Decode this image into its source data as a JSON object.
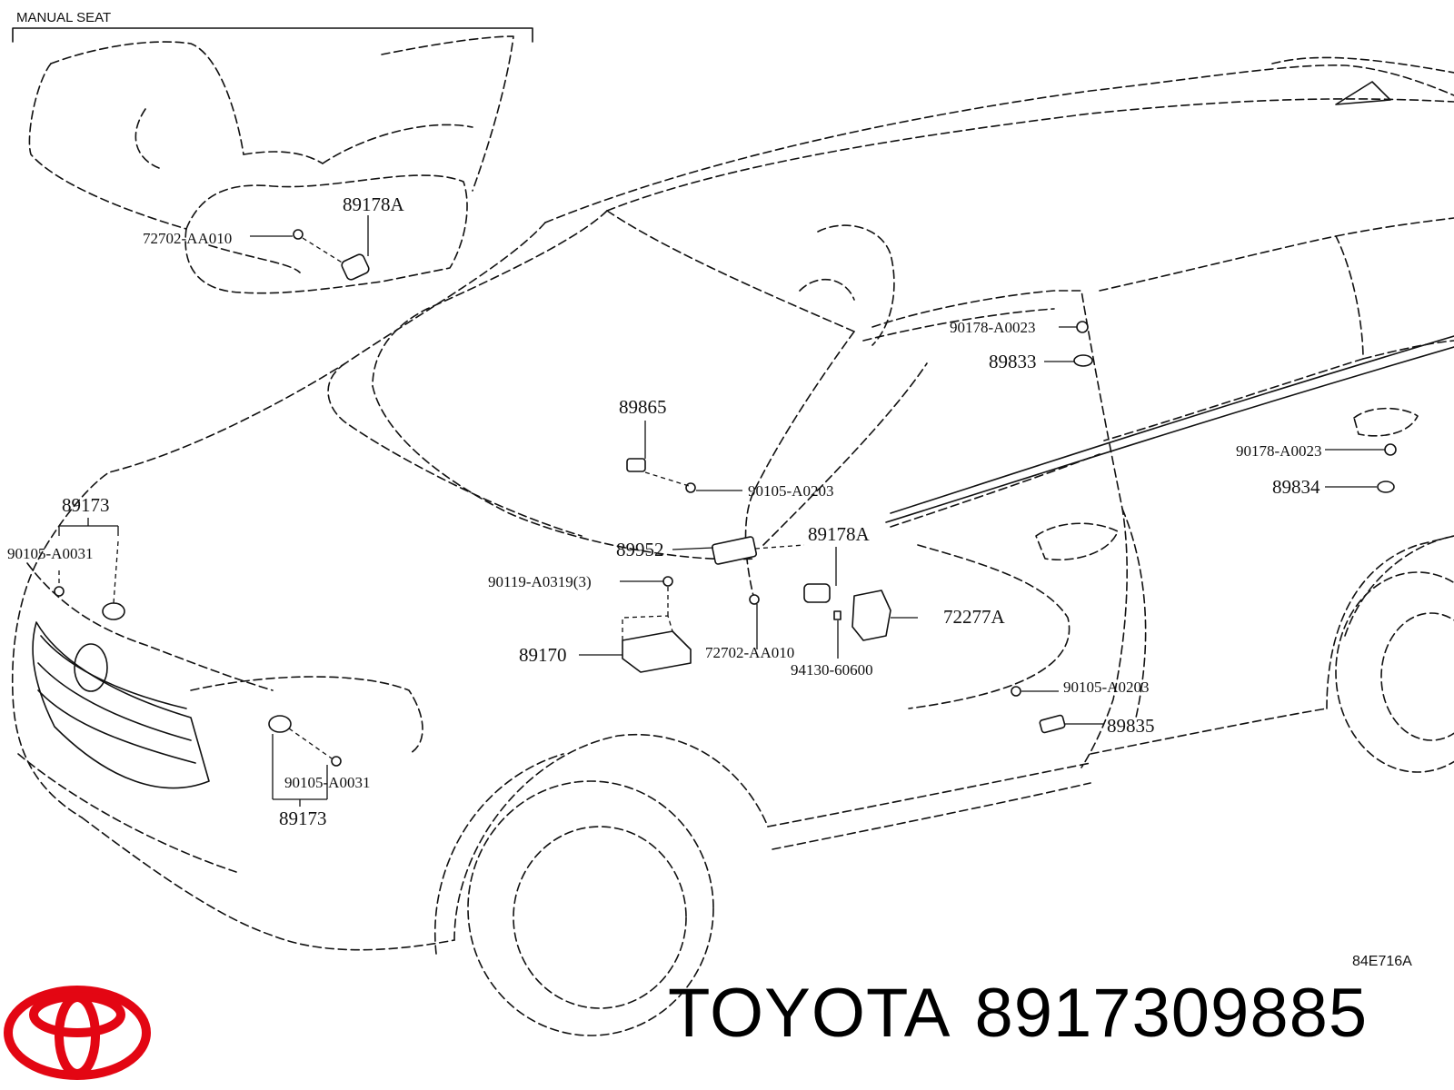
{
  "section_title": "MANUAL SEAT",
  "diagram_code": "84E716A",
  "brand": {
    "name": "TOYOTA",
    "part_number": "8917309885",
    "logo": "toyota-logo",
    "logo_color": "#e30613"
  },
  "callouts": {
    "seat_sensor": "89178A",
    "seat_bolt": "72702-AA010",
    "pillar_clip_upper": "90178-A0023",
    "sensor_89833": "89833",
    "sensor_89865": "89865",
    "bolt_89865": "90105-A0203",
    "sensor_89173_left": "89173",
    "bolt_89173_left": "90105-A0031",
    "module_89952": "89952",
    "sensor_89178a_center": "89178A",
    "bolt_89170": "90119-A0319(3)",
    "ecu_89170": "89170",
    "bracket_72277a": "72277A",
    "bolt_center": "72702-AA010",
    "clip_94130": "94130-60600",
    "rear_clip": "90178-A0023",
    "sensor_89834": "89834",
    "bolt_89835": "90105-A0203",
    "sensor_89835": "89835",
    "bolt_89173_front": "90105-A0031",
    "sensor_89173_front": "89173"
  }
}
